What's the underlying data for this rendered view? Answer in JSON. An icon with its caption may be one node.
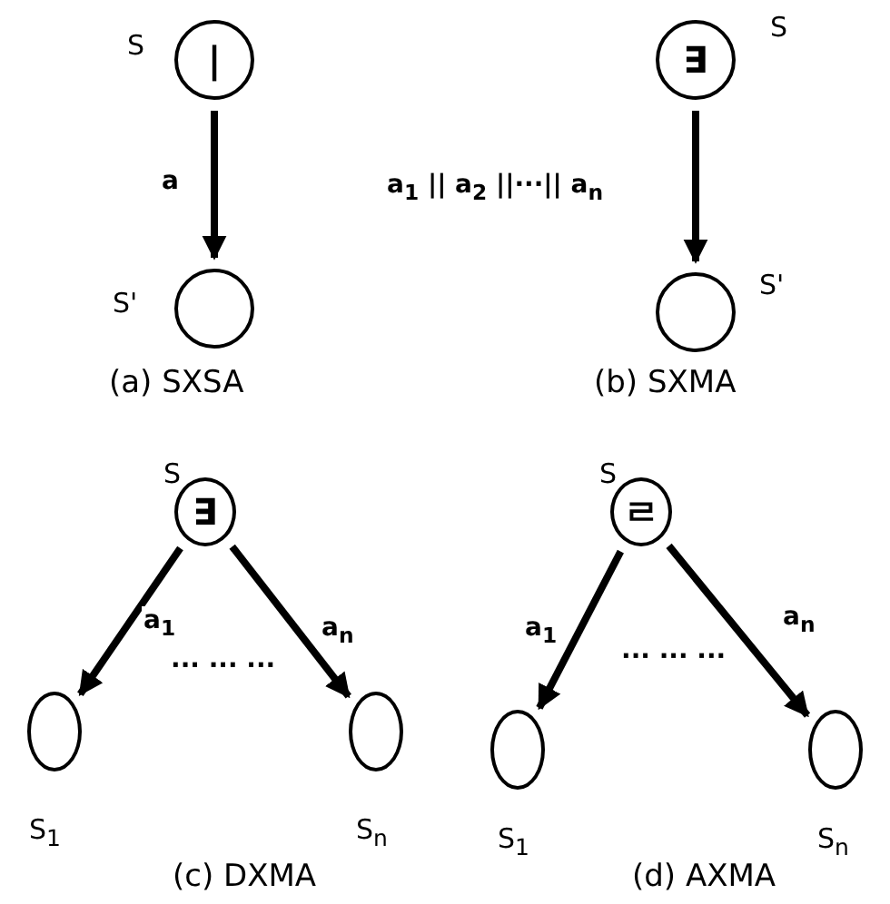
{
  "diagram": {
    "nodes": [
      {
        "text": [
          "|"
        ],
        "beside": [
          "S"
        ]
      },
      {
        "text": [],
        "shape": "circle",
        "beside": [
          "S'"
        ]
      },
      {
        "text": [
          "∃"
        ],
        "beside": [
          "S"
        ]
      },
      {
        "text": [],
        "shape": "circle",
        "beside": [
          "S'"
        ]
      },
      {
        "text": [
          "∃"
        ],
        "beside": [
          "S"
        ]
      },
      {
        "text": [],
        "shape": "circle",
        "beside": [
          "S$_{1}$"
        ]
      },
      {
        "text": [],
        "shape": "circle",
        "beside": [
          "S$_{n}$"
        ]
      },
      {
        "text": [
          "ㄹ"
        ],
        "beside": [
          "S"
        ]
      },
      {
        "text": [],
        "shape": "circle",
        "beside": [
          "S$_{1}$"
        ]
      },
      {
        "text": [],
        "shape": "circle",
        "beside": [
          "S$_{n}$"
        ]
      }
    ],
    "edges": [
      {
        "from": 0,
        "to": 1,
        "arrow": "to",
        "label": "a"
      },
      {
        "from": 2,
        "to": 3,
        "arrow": "to",
        "label": "a$_{1}$ || a$_{2}$ ||···|| a$_{n}$"
      },
      {
        "from": 4,
        "to": 5,
        "arrow": "to",
        "label": "a$_{1}$"
      },
      {
        "from": 4,
        "to": 6,
        "arrow": "to",
        "label": "a$_{n}$"
      },
      {
        "from": 7,
        "to": 8,
        "arrow": "to",
        "label": "a$_{1}$"
      },
      {
        "from": 7,
        "to": 9,
        "arrow": "to",
        "label": "a$_{n}$"
      }
    ],
    "labels": [
      "(a) SXSA",
      "(b) SXMA",
      "··· ··· ···",
      "(c) DXMA",
      "··· ··· ···",
      "(d) AXMA"
    ]
  }
}
